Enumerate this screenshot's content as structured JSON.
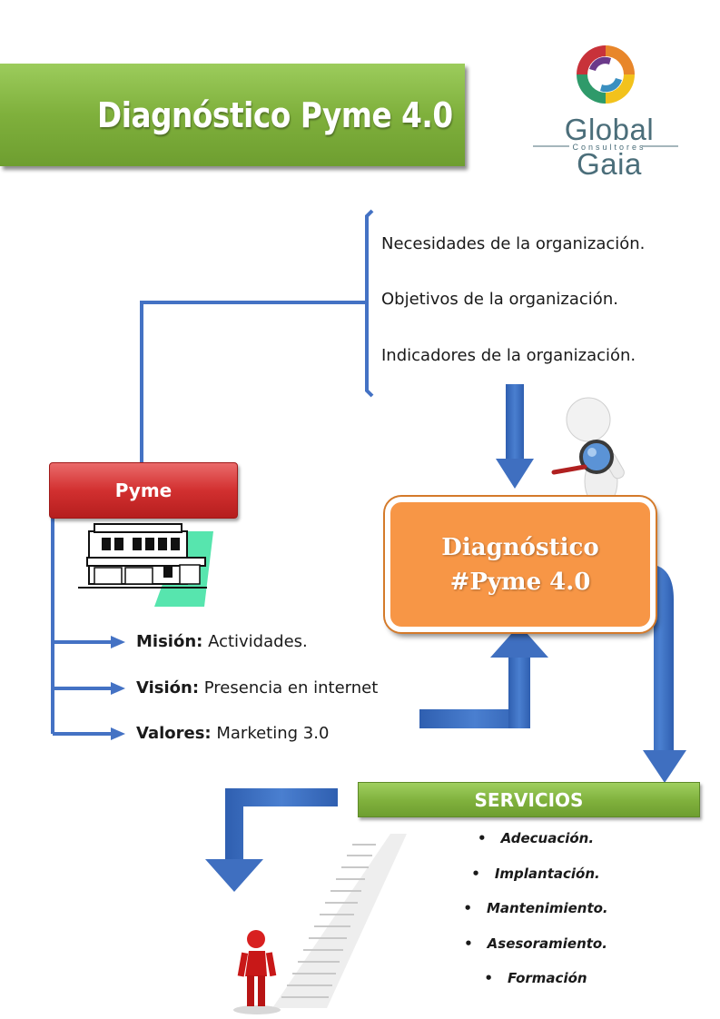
{
  "title": "Diagnóstico Pyme 4.0",
  "logo": {
    "name": "Global Gaia",
    "subtitle": "Consultores"
  },
  "top_list": [
    "Necesidades de la organización.",
    "Objetivos de la organización.",
    "Indicadores de la organización."
  ],
  "pyme_label": "Pyme",
  "diagnostico": {
    "line1": "Diagnóstico",
    "line2": "#Pyme 4.0"
  },
  "mission_list": [
    {
      "key": "Misión:",
      "value": " Actividades."
    },
    {
      "key": "Visión:",
      "value": " Presencia en internet"
    },
    {
      "key": "Valores:",
      "value": " Marketing 3.0"
    }
  ],
  "servicios": {
    "label": "SERVICIOS",
    "items": [
      "Adecuación.",
      "Implantación.",
      "Mantenimiento.",
      "Asesoramiento.",
      "Formación"
    ]
  },
  "colors": {
    "green": "#7fb03c",
    "blue": "#4472c4",
    "orange": "#f79646",
    "red": "#d23030"
  }
}
